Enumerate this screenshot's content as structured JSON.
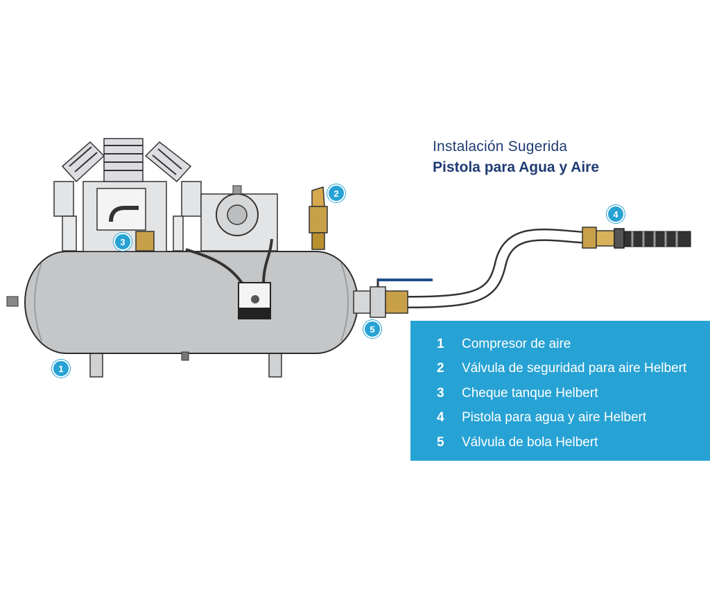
{
  "header": {
    "subtitle": "Instalación Sugerida",
    "title": "Pistola para Agua y Aire"
  },
  "legend": {
    "items": [
      {
        "number": "1",
        "label": "Compresor de aire"
      },
      {
        "number": "2",
        "label": "Válvula de seguridad para aire Helbert"
      },
      {
        "number": "3",
        "label": "Cheque tanque Helbert"
      },
      {
        "number": "4",
        "label": "Pistola para agua y aire Helbert"
      },
      {
        "number": "5",
        "label": "Válvula de bola Helbert"
      }
    ]
  },
  "markers": [
    "1",
    "2",
    "3",
    "4",
    "5"
  ],
  "colors": {
    "accent": "#27a2d4",
    "title": "#1f3b73",
    "tank": "#c4c6c8",
    "brass": "#c9a04a",
    "outline": "#2d2d2d"
  }
}
